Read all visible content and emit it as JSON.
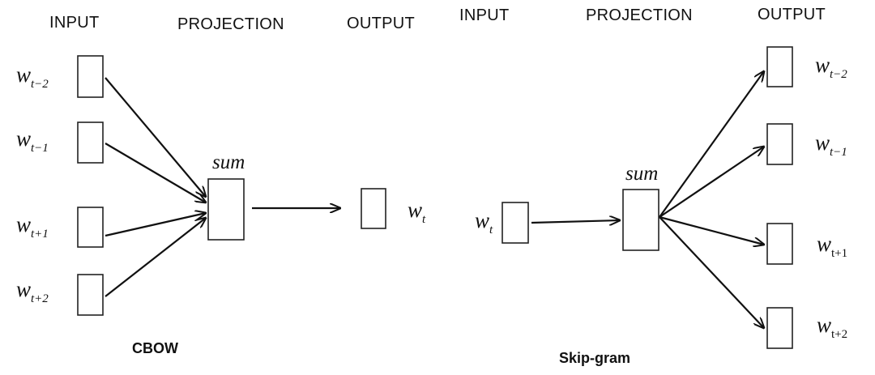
{
  "cbow": {
    "headers": {
      "input": "INPUT",
      "projection": "PROJECTION",
      "output": "OUTPUT"
    },
    "caption": "CBOW",
    "sum_label": "sum",
    "inputs": [
      {
        "base": "w",
        "sub": "t−2"
      },
      {
        "base": "w",
        "sub": "t−1"
      },
      {
        "base": "w",
        "sub": "t+1"
      },
      {
        "base": "w",
        "sub": "t+2"
      }
    ],
    "output": {
      "base": "w",
      "sub": "t"
    }
  },
  "skipgram": {
    "headers": {
      "input": "INPUT",
      "projection": "PROJECTION",
      "output": "OUTPUT"
    },
    "caption": "Skip-gram",
    "sum_label": "sum",
    "input": {
      "base": "w",
      "sub": "t"
    },
    "outputs": [
      {
        "base": "w",
        "sub": "t−2"
      },
      {
        "base": "w",
        "sub": "t−1"
      },
      {
        "base": "w",
        "sub": "t+1"
      },
      {
        "base": "w",
        "sub": "t+2"
      }
    ]
  }
}
